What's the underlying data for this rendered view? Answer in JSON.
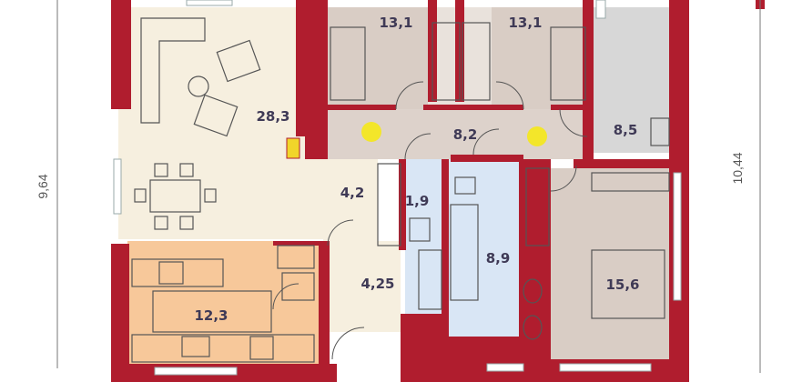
{
  "dimensions": {
    "left": "9,64",
    "right": "10,44"
  },
  "rooms": [
    {
      "id": "bedroom-1",
      "label": "13,1"
    },
    {
      "id": "bedroom-2",
      "label": "13,1"
    },
    {
      "id": "living",
      "label": "28,3"
    },
    {
      "id": "hall",
      "label": "8,2"
    },
    {
      "id": "closet",
      "label": "8,5"
    },
    {
      "id": "entry-corridor",
      "label": "4,2"
    },
    {
      "id": "wc",
      "label": "1,9"
    },
    {
      "id": "bathroom",
      "label": "8,9"
    },
    {
      "id": "master-bedroom",
      "label": "15,6"
    },
    {
      "id": "vestibule",
      "label": "4,25"
    },
    {
      "id": "kitchen",
      "label": "12,3"
    }
  ],
  "colors": {
    "wall": "#b01d2e",
    "living": "#f6efdf",
    "kitchen": "#f7c89a",
    "hall": "#ddd2cb",
    "bathroom": "#d9e6f5",
    "bedroom": "#d9cdc5",
    "closet": "#d7d7d7",
    "lamp": "#f3e62a"
  }
}
